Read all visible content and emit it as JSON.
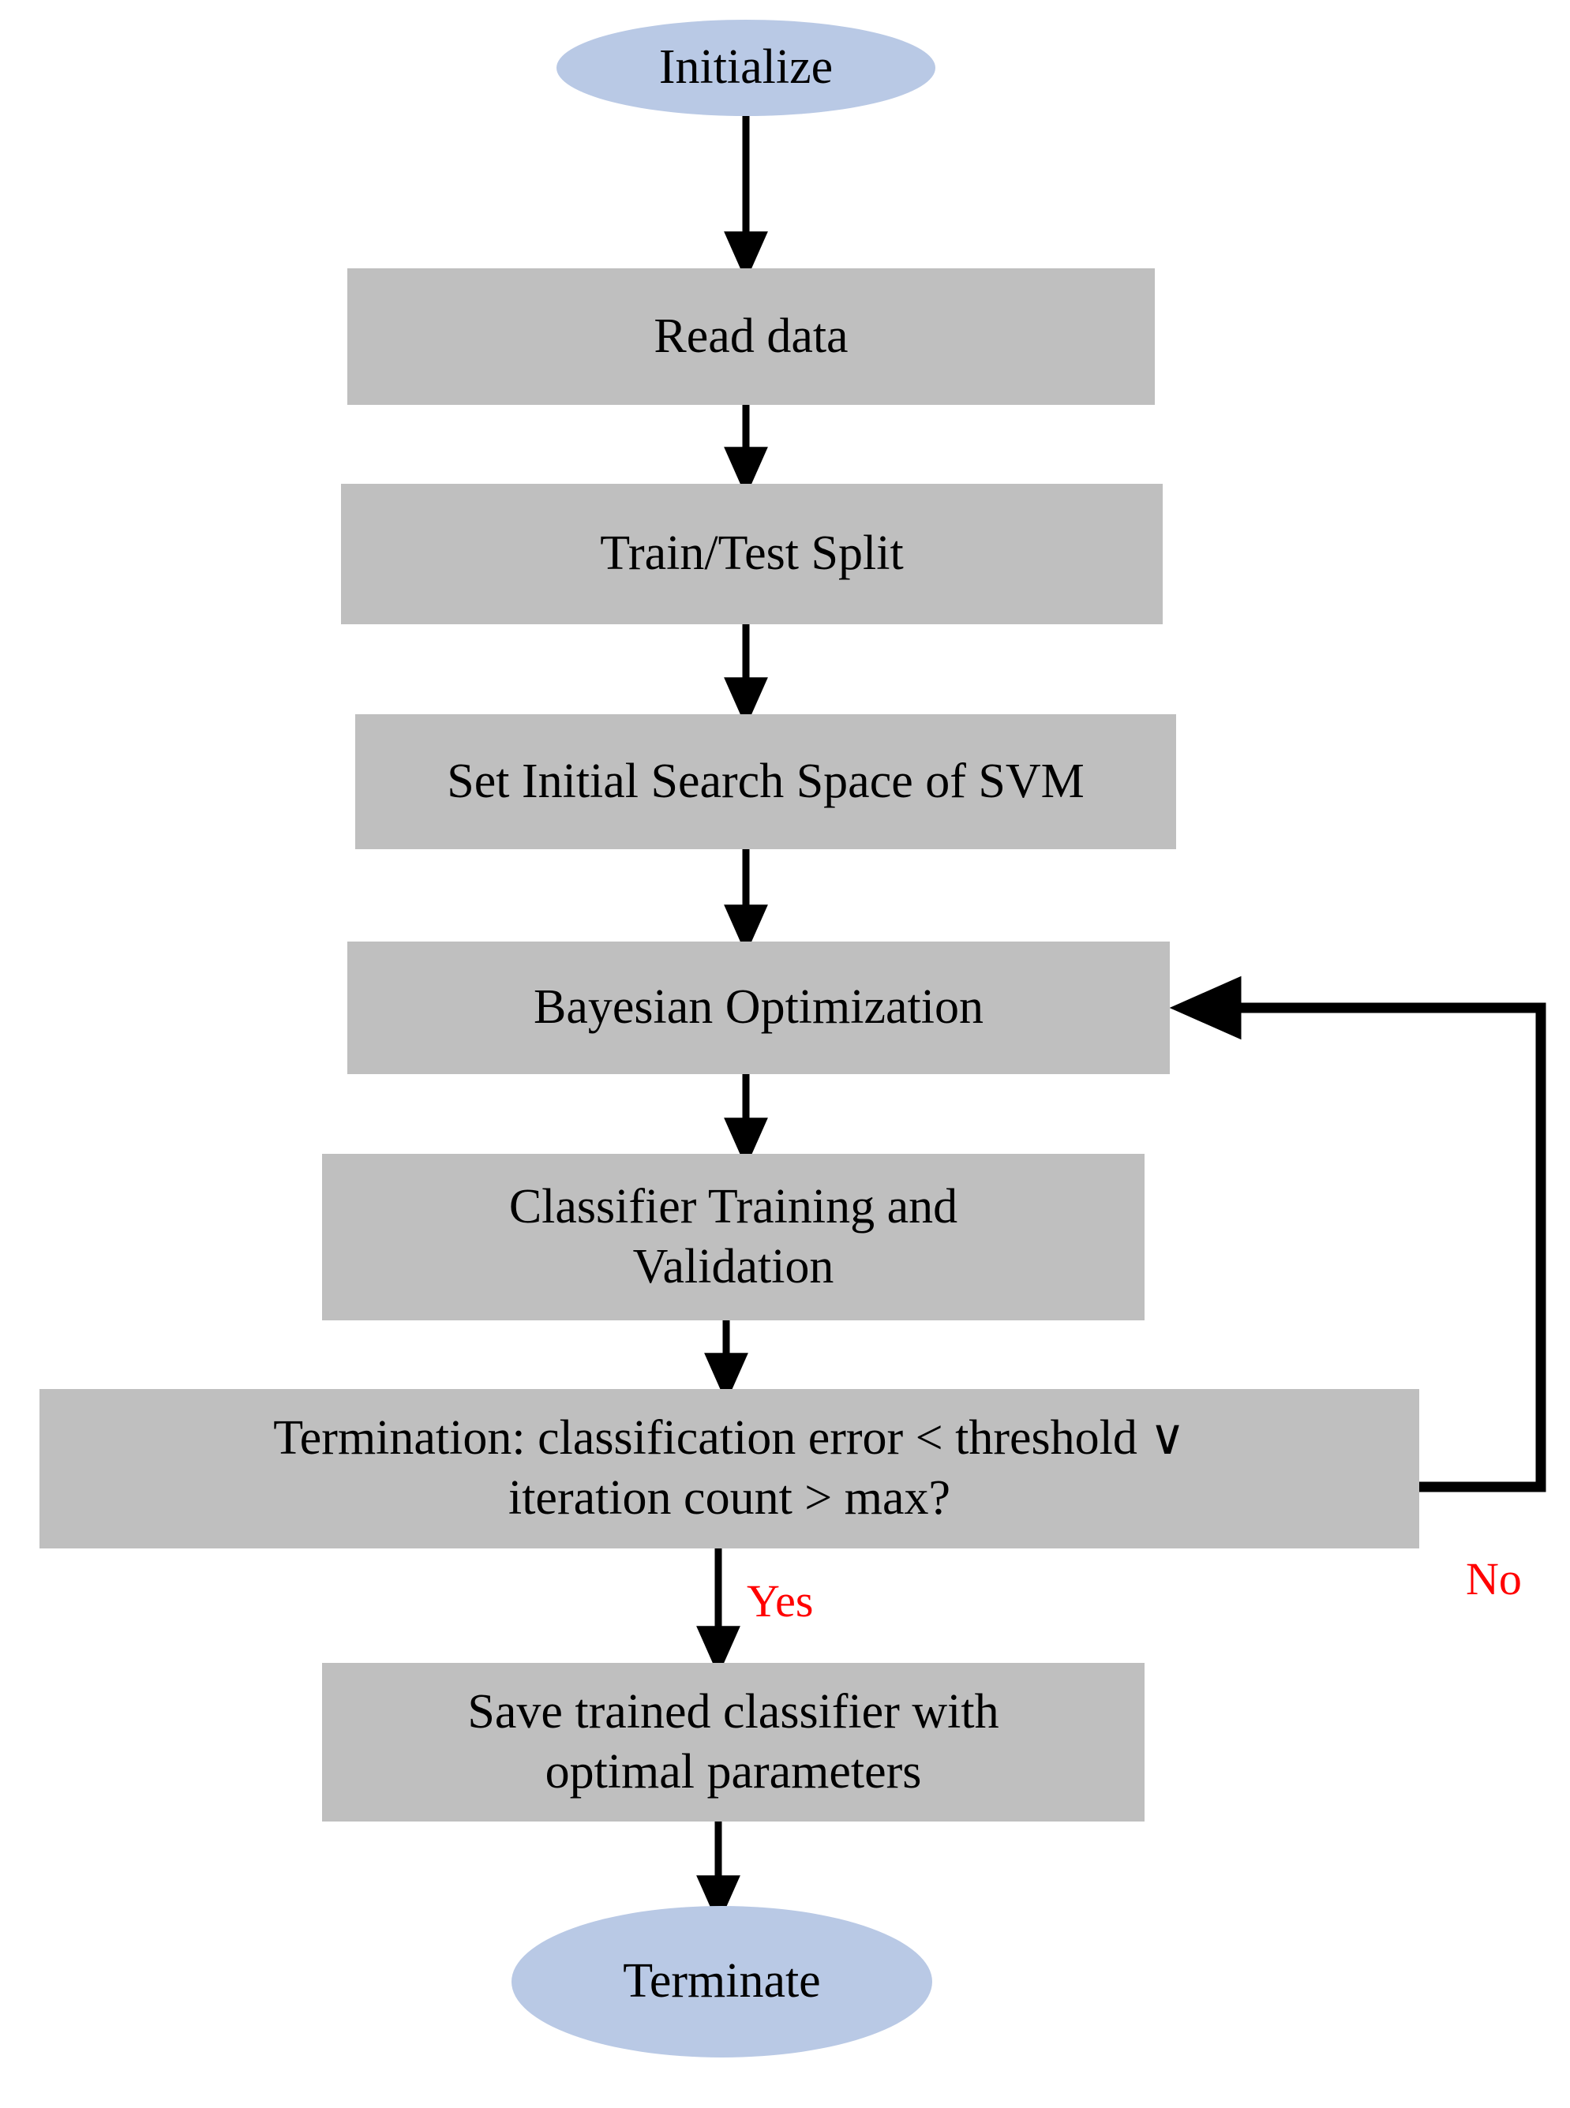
{
  "diagram": {
    "title": "SVM Bayesian Optimization Training Flowchart",
    "type": "flowchart",
    "colors": {
      "terminator_fill": "#b9c9e5",
      "process_fill": "#bfbfbf",
      "connector": "#000000",
      "edge_label": "#ff0000",
      "text": "#000000",
      "background": "#ffffff"
    },
    "nodes": [
      {
        "id": "initialize",
        "shape": "ellipse",
        "label": "Initialize"
      },
      {
        "id": "read-data",
        "shape": "rectangle",
        "label": "Read data"
      },
      {
        "id": "split",
        "shape": "rectangle",
        "label": "Train/Test Split"
      },
      {
        "id": "search-space",
        "shape": "rectangle",
        "label": "Set Initial Search Space of SVM"
      },
      {
        "id": "bayes-opt",
        "shape": "rectangle",
        "label": "Bayesian Optimization"
      },
      {
        "id": "train-valid",
        "shape": "rectangle",
        "label": "Classifier Training and\nValidation"
      },
      {
        "id": "termination",
        "shape": "rectangle",
        "label": "Termination: classification error < threshold ∨\niteration count > max?"
      },
      {
        "id": "save",
        "shape": "rectangle",
        "label": "Save trained classifier with\noptimal parameters"
      },
      {
        "id": "terminate",
        "shape": "ellipse",
        "label": "Terminate"
      }
    ],
    "edges": [
      {
        "from": "initialize",
        "to": "read-data",
        "label": ""
      },
      {
        "from": "read-data",
        "to": "split",
        "label": ""
      },
      {
        "from": "split",
        "to": "search-space",
        "label": ""
      },
      {
        "from": "search-space",
        "to": "bayes-opt",
        "label": ""
      },
      {
        "from": "bayes-opt",
        "to": "train-valid",
        "label": ""
      },
      {
        "from": "train-valid",
        "to": "termination",
        "label": ""
      },
      {
        "from": "termination",
        "to": "save",
        "label": "Yes"
      },
      {
        "from": "termination",
        "to": "bayes-opt",
        "label": "No"
      },
      {
        "from": "save",
        "to": "terminate",
        "label": ""
      }
    ],
    "edge_labels": {
      "yes": "Yes",
      "no": "No"
    }
  }
}
